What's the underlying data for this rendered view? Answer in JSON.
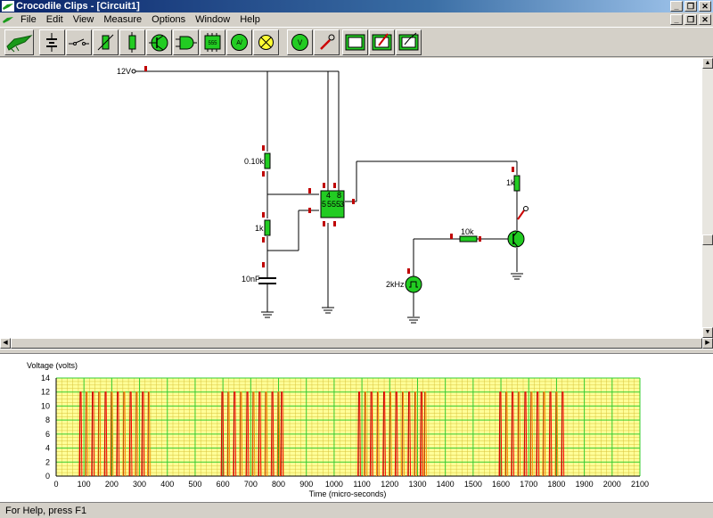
{
  "window": {
    "title": "Crocodile Clips - [Circuit1]"
  },
  "menu": {
    "items": [
      "File",
      "Edit",
      "View",
      "Measure",
      "Options",
      "Window",
      "Help"
    ]
  },
  "window_buttons": {
    "minimize": "_",
    "restore": "❐",
    "close": "✕"
  },
  "toolbar": {
    "buttons": [
      "crocodile-logo",
      "power-supply",
      "switch",
      "variable-resistor",
      "resistor",
      "transistor",
      "logic-gate",
      "chip-555",
      "voltmeter-probe",
      "lamp",
      "voltmeter",
      "probe",
      "graph-1",
      "graph-2",
      "graph-3"
    ]
  },
  "circuit": {
    "supply_label": "12V",
    "r1_label": "0.10k",
    "r2_label": "1k",
    "cap_label": "10nF",
    "chip_label": "555",
    "rc_label": "1k",
    "rb_label": "10k",
    "gen_label": "2kHz",
    "pins": {
      "top_left": "4",
      "top_right": "8",
      "mid": "5",
      "right": "3"
    }
  },
  "graph": {
    "ylabel": "Voltage (volts)",
    "xlabel": "Time (micro-seconds)"
  },
  "chart_data": {
    "type": "line",
    "ylabel": "Voltage (volts)",
    "xlabel": "Time (micro-seconds)",
    "ylim": [
      0,
      14
    ],
    "xlim": [
      0,
      2100
    ],
    "yticks": [
      0,
      2,
      4,
      6,
      8,
      10,
      12,
      14
    ],
    "xticks": [
      0,
      100,
      200,
      300,
      400,
      500,
      600,
      700,
      800,
      900,
      1000,
      1100,
      1200,
      1300,
      1400,
      1500,
      1600,
      1700,
      1800,
      1900,
      2000,
      2100
    ],
    "grid": true,
    "colors": {
      "background": "#ffff99",
      "major_grid": "#33cc33",
      "minor_grid": "#d8c23a",
      "pulse_a": "#ff0000",
      "pulse_b": "#ff8c00"
    },
    "series": [
      {
        "bursts": [
          {
            "start": 85,
            "end": 335,
            "pulses": [
              88,
              110,
              132,
              155,
              178,
              200,
              222,
              245,
              268,
              290,
              312,
              333
            ]
          },
          {
            "start": 595,
            "end": 815,
            "pulses": [
              598,
              620,
              642,
              665,
              688,
              710,
              732,
              755,
              778,
              800,
              812
            ]
          },
          {
            "start": 1085,
            "end": 1330,
            "pulses": [
              1090,
              1112,
              1134,
              1157,
              1180,
              1202,
              1224,
              1247,
              1270,
              1292,
              1314,
              1328
            ]
          },
          {
            "start": 1595,
            "end": 1825,
            "pulses": [
              1598,
              1620,
              1642,
              1665,
              1688,
              1710,
              1732,
              1755,
              1778,
              1800,
              1822
            ]
          }
        ],
        "high": 12,
        "low": 0
      }
    ]
  },
  "status": {
    "text": "For Help, press F1"
  }
}
